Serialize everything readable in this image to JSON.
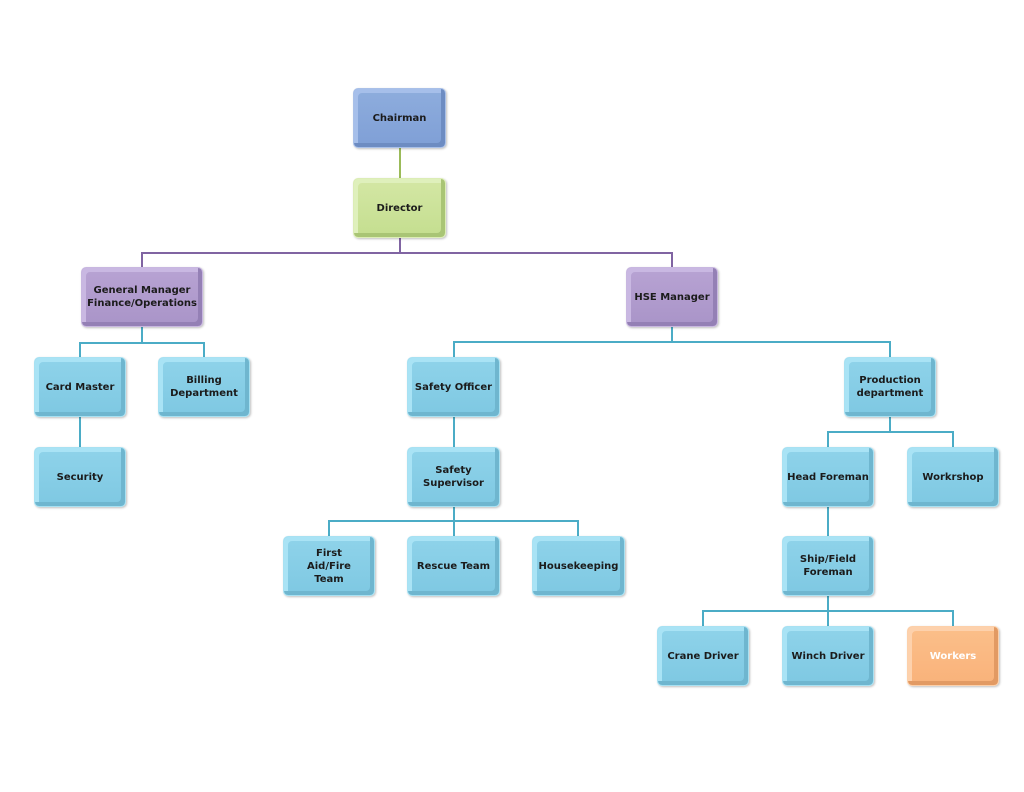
{
  "colors": {
    "chairman": "#7f9fd6",
    "director": "#c4de8f",
    "manager": "#a994c8",
    "staff": "#7ec8e2",
    "workers": "#f9b27a",
    "line_green": "#9bbb59",
    "line_purple": "#8064a2",
    "line_blue": "#4bacc6"
  },
  "nodes": {
    "chairman": "Chairman",
    "director": "Director",
    "general_manager": "General Manager Finance/Operations",
    "hse_manager": "HSE Manager",
    "card_master": "Card Master",
    "billing": "Billing Department",
    "security": "Security",
    "safety_officer": "Safety Officer",
    "production": "Production department",
    "safety_supervisor": "Safety Supervisor",
    "head_foreman": "Head Foreman",
    "workshop": "Workrshop",
    "first_aid": "First Aid/Fire Team",
    "rescue": "Rescue Team",
    "housekeeping": "Housekeeping",
    "ship_foreman": "Ship/Field Foreman",
    "crane_driver": "Crane Driver",
    "winch_driver": "Winch Driver",
    "workers": "Workers"
  }
}
